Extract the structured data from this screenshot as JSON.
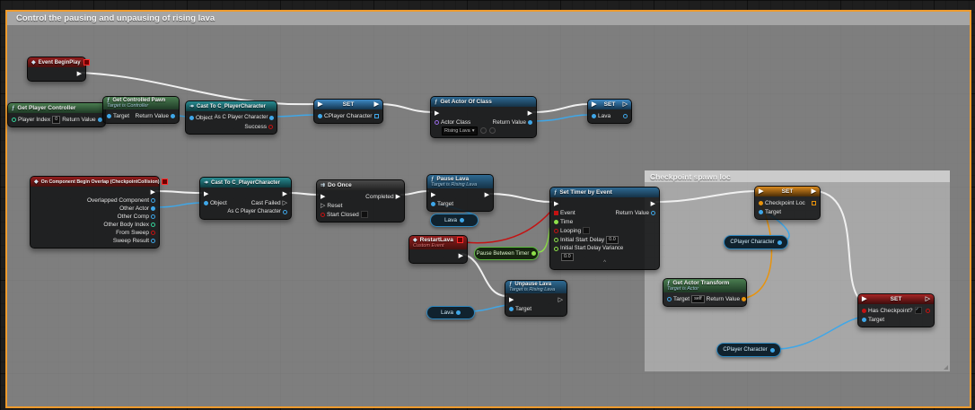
{
  "comments": {
    "main": "Control the pausing and unpausing of rising lava",
    "checkpoint": "Checkpoint spawn loc"
  },
  "icons": {
    "function": "ƒ",
    "event": "◆",
    "cast": "↠",
    "macro": "⇉",
    "exec_solid": "▶",
    "exec_hollow": "▷",
    "caret_down": "▾",
    "collapse": "^"
  },
  "nodes": {
    "event_begin_play": {
      "title": "Event BeginPlay"
    },
    "get_player_controller": {
      "title": "Get Player Controller",
      "player_index_label": "Player Index",
      "player_index_value": "0",
      "return_label": "Return Value"
    },
    "get_controlled_pawn": {
      "title": "Get Controlled Pawn",
      "subtitle": "Target is Controller",
      "target_label": "Target",
      "return_label": "Return Value"
    },
    "cast_top": {
      "title": "Cast To C_PlayerCharacter",
      "object_label": "Object",
      "as_label": "As C Player Character",
      "success_label": "Success"
    },
    "set_cplayer": {
      "title": "SET",
      "var_label": "CPlayer Character"
    },
    "get_actor_of_class": {
      "title": "Get Actor Of Class",
      "actor_class_label": "Actor Class",
      "actor_class_value": "Rising Lava",
      "return_label": "Return Value"
    },
    "set_lava": {
      "title": "SET",
      "var_label": "Lava"
    },
    "overlap_event": {
      "title": "On Component Begin Overlap (CheckpointCollision)",
      "pins": [
        "Overlapped Component",
        "Other Actor",
        "Other Comp",
        "Other Body Index",
        "From Sweep",
        "Sweep Result"
      ]
    },
    "cast_mid": {
      "title": "Cast To C_PlayerCharacter",
      "object_label": "Object",
      "cast_failed_label": "Cast Failed",
      "as_label": "As C Player Character"
    },
    "do_once": {
      "title": "Do Once",
      "completed_label": "Completed",
      "reset_label": "Reset",
      "start_closed_label": "Start Closed"
    },
    "pause_lava": {
      "title": "Pause Lava",
      "subtitle": "Target is Rising Lava",
      "target_label": "Target"
    },
    "lava_pill_top": {
      "label": "Lava"
    },
    "set_timer": {
      "title": "Set Timer by Event",
      "event_label": "Event",
      "time_label": "Time",
      "looping_label": "Looping",
      "initial_start_delay_label": "Initial Start Delay",
      "initial_start_delay_value": "0.0",
      "initial_start_delay_variance_label": "Initial Start Delay Variance",
      "initial_start_delay_variance_value": "0.0",
      "return_label": "Return Value"
    },
    "restart_lava": {
      "title": "RestartLava",
      "subtitle": "Custom Event"
    },
    "pause_between_timer_pill": {
      "label": "Pause Between Timer"
    },
    "unpause_lava": {
      "title": "Unpause Lava",
      "subtitle": "Target is Rising Lava",
      "target_label": "Target"
    },
    "lava_pill_bottom": {
      "label": "Lava"
    },
    "set_checkpoint_loc": {
      "title": "SET",
      "var_label": "Checkpoint Loc",
      "target_label": "Target"
    },
    "cplayer_pill_top": {
      "label": "CPlayer Character"
    },
    "get_actor_transform": {
      "title": "Get Actor Transform",
      "subtitle": "Target is Actor",
      "target_label": "Target",
      "target_value": "self",
      "return_label": "Return Value"
    },
    "set_has_checkpoint": {
      "title": "SET",
      "var_label": "Has Checkpoint?",
      "target_label": "Target"
    },
    "cplayer_pill_bottom": {
      "label": "CPlayer Character"
    }
  },
  "colors": {
    "exec_wire": "#f0f0f0",
    "object_pin": "#3fa7e8",
    "float_pin": "#8ee04a",
    "bool_pin": "#c41212",
    "transform_pin": "#e8930c",
    "int_pin": "#35d29a",
    "class_pin": "#9a6ce8",
    "selection_border": "#ef9b2d"
  }
}
